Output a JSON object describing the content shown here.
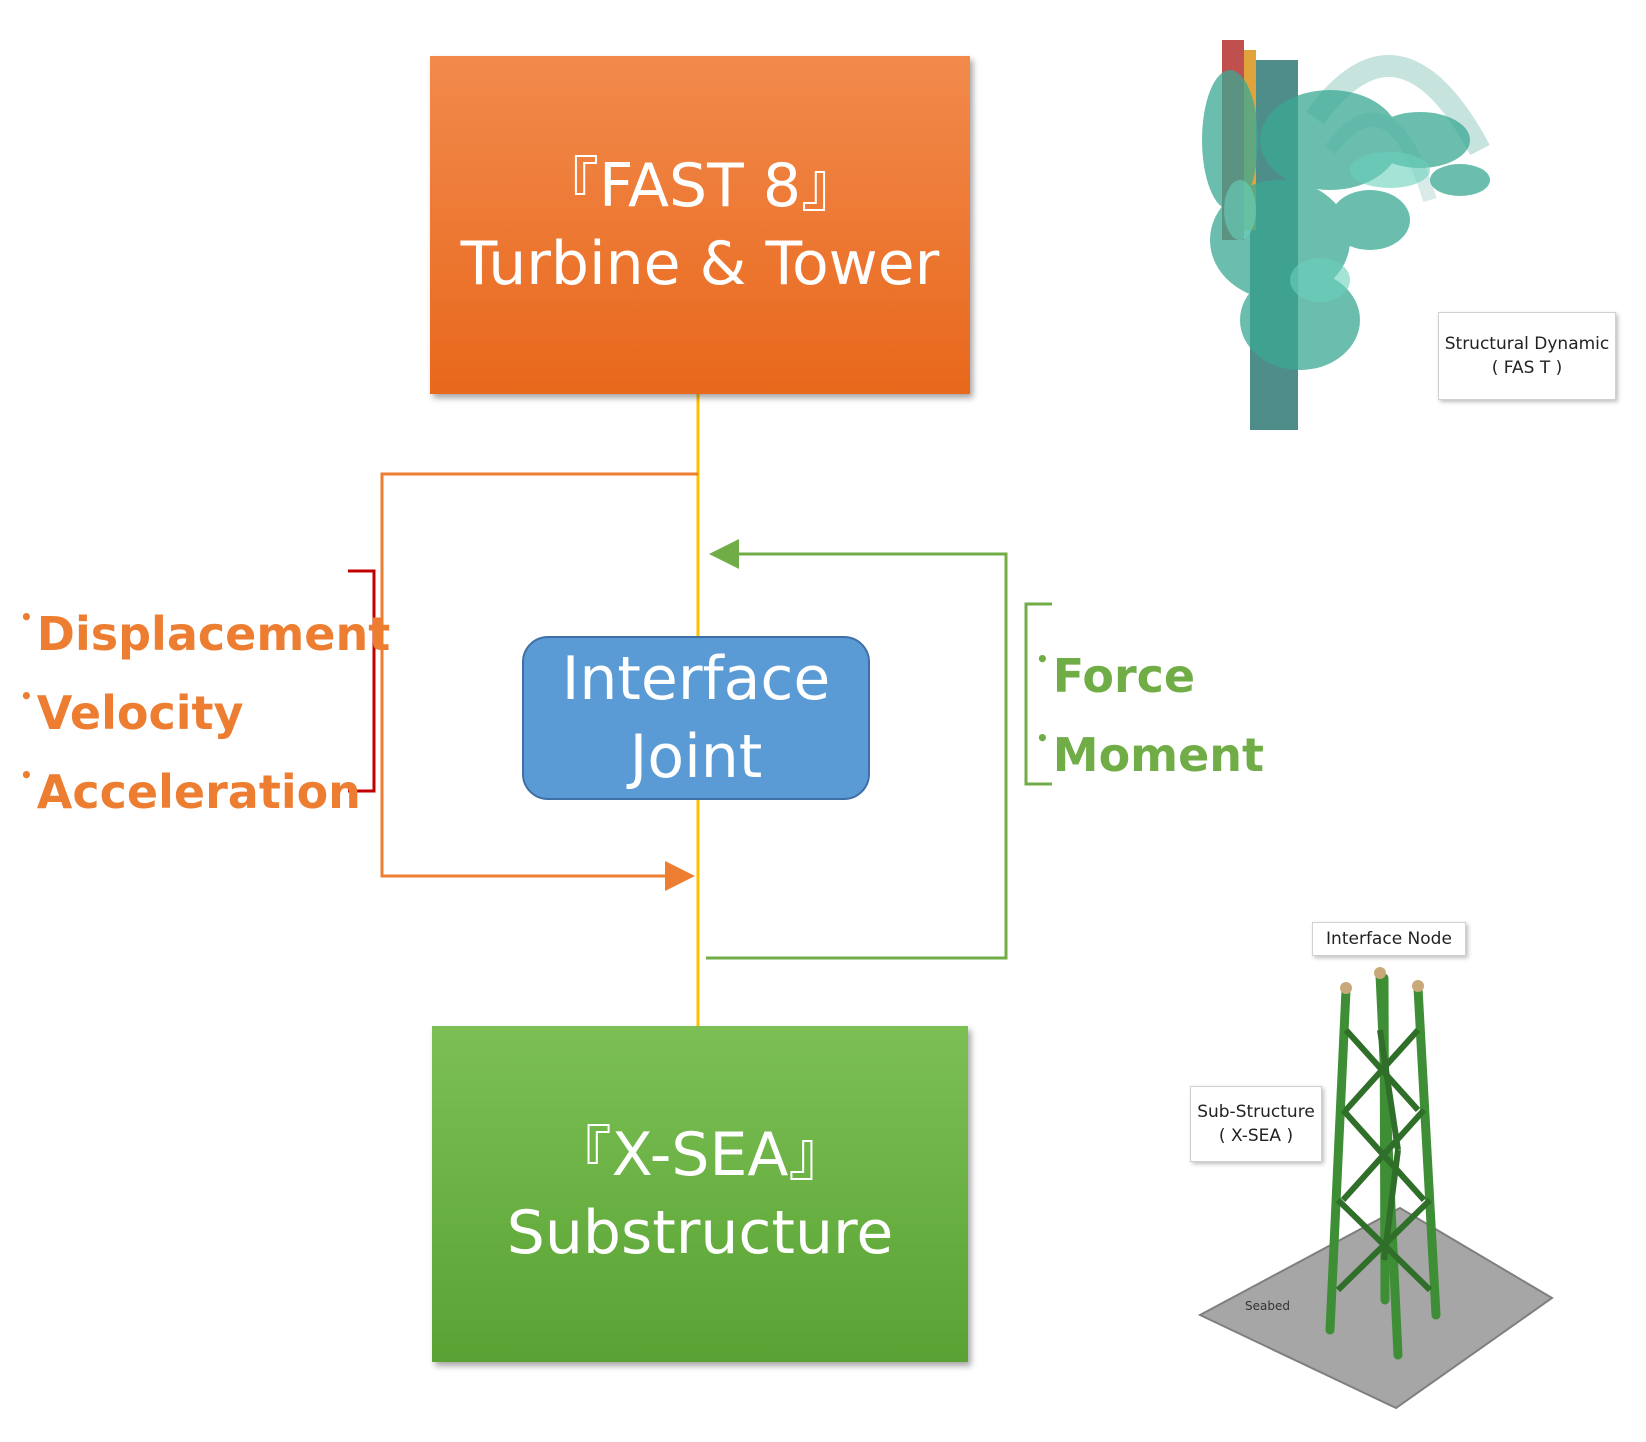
{
  "fast_box": {
    "line1": "『FAST 8』",
    "line2": "Turbine & Tower"
  },
  "joint_box": {
    "line1": "Interface",
    "line2": "Joint"
  },
  "xsea_box": {
    "line1": "『X-SEA』",
    "line2": "Substructure"
  },
  "motion_list": {
    "items": [
      "Displacement",
      "Velocity",
      "Acceleration"
    ]
  },
  "load_list": {
    "items": [
      "Force",
      "Moment"
    ]
  },
  "fast_image": {
    "label_line1": "Structural Dynamic",
    "label_line2": "( FAS T )"
  },
  "xsea_image": {
    "top_label": "Interface Node",
    "side_label_line1": "Sub-Structure",
    "side_label_line2": "( X-SEA )",
    "seabed_label": "Seabed"
  },
  "colors": {
    "orange": "#ed7d31",
    "green": "#70ad47",
    "blue": "#5b9bd5",
    "trunk": "#ffc000",
    "bracket_red": "#c00000"
  }
}
